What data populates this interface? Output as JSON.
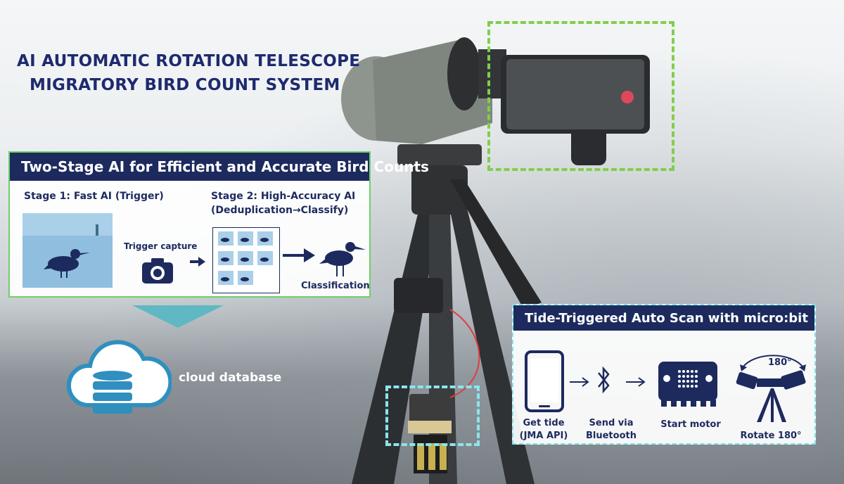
{
  "title": {
    "line1": "AI AUTOMATIC ROTATION TELESCOPE",
    "line2": "MIGRATORY BIRD COUNT SYSTEM"
  },
  "ai_panel": {
    "header": "Two-Stage AI for Efficient and Accurate Bird Counts",
    "stage1_title": "Stage 1: Fast AI (Trigger)",
    "stage2_title_line1": "Stage 2: High-Accuracy AI",
    "stage2_title_line2": "(Deduplication→Classify)",
    "trigger_label": "Trigger capture",
    "classification_label": "Classification"
  },
  "cloud": {
    "label": "cloud database"
  },
  "scan_panel": {
    "header": "Tide-Triggered Auto Scan with micro:bit",
    "steps": [
      {
        "line1": "Get tide",
        "line2": "(JMA API)"
      },
      {
        "line1": "Send via",
        "line2": "Bluetooth"
      },
      {
        "line1": "Start motor",
        "line2": ""
      },
      {
        "line1": "Rotate 180°",
        "line2": ""
      }
    ],
    "rotation_badge": "180°"
  },
  "colors": {
    "navy": "#1d2a5e",
    "green_dash": "#7fcf4a",
    "cyan_dash": "#7fe3ea",
    "cloud_blue": "#2f8fbf",
    "arrow_teal": "#5fb8c2"
  }
}
